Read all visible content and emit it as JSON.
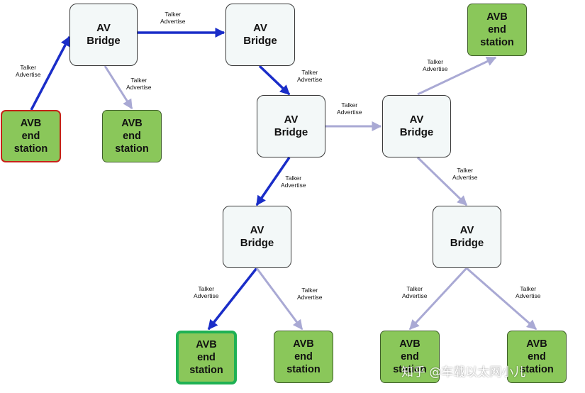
{
  "colors": {
    "active_arrow": "#1a2dc8",
    "passive_arrow": "#a9a9d4",
    "bridge_fill": "#f3f8f8",
    "station_fill": "#8ac75a"
  },
  "nodes": {
    "bridge_1": [
      "AV",
      "Bridge"
    ],
    "bridge_2": [
      "AV",
      "Bridge"
    ],
    "bridge_3": [
      "AV",
      "Bridge"
    ],
    "bridge_4": [
      "AV",
      "Bridge"
    ],
    "bridge_5": [
      "AV",
      "Bridge"
    ],
    "bridge_6": [
      "AV",
      "Bridge"
    ],
    "station_talker": [
      "AVB",
      "end",
      "station"
    ],
    "station_1": [
      "AVB",
      "end",
      "station"
    ],
    "station_2": [
      "AVB",
      "end",
      "station"
    ],
    "station_listener": [
      "AVB",
      "end",
      "station"
    ],
    "station_3": [
      "AVB",
      "end",
      "station"
    ],
    "station_4": [
      "AVB",
      "end",
      "station"
    ],
    "station_5": [
      "AVB",
      "end",
      "station"
    ]
  },
  "edge_label": [
    "Talker",
    "Advertise"
  ],
  "watermark": "知乎 @车载以太网小儿"
}
